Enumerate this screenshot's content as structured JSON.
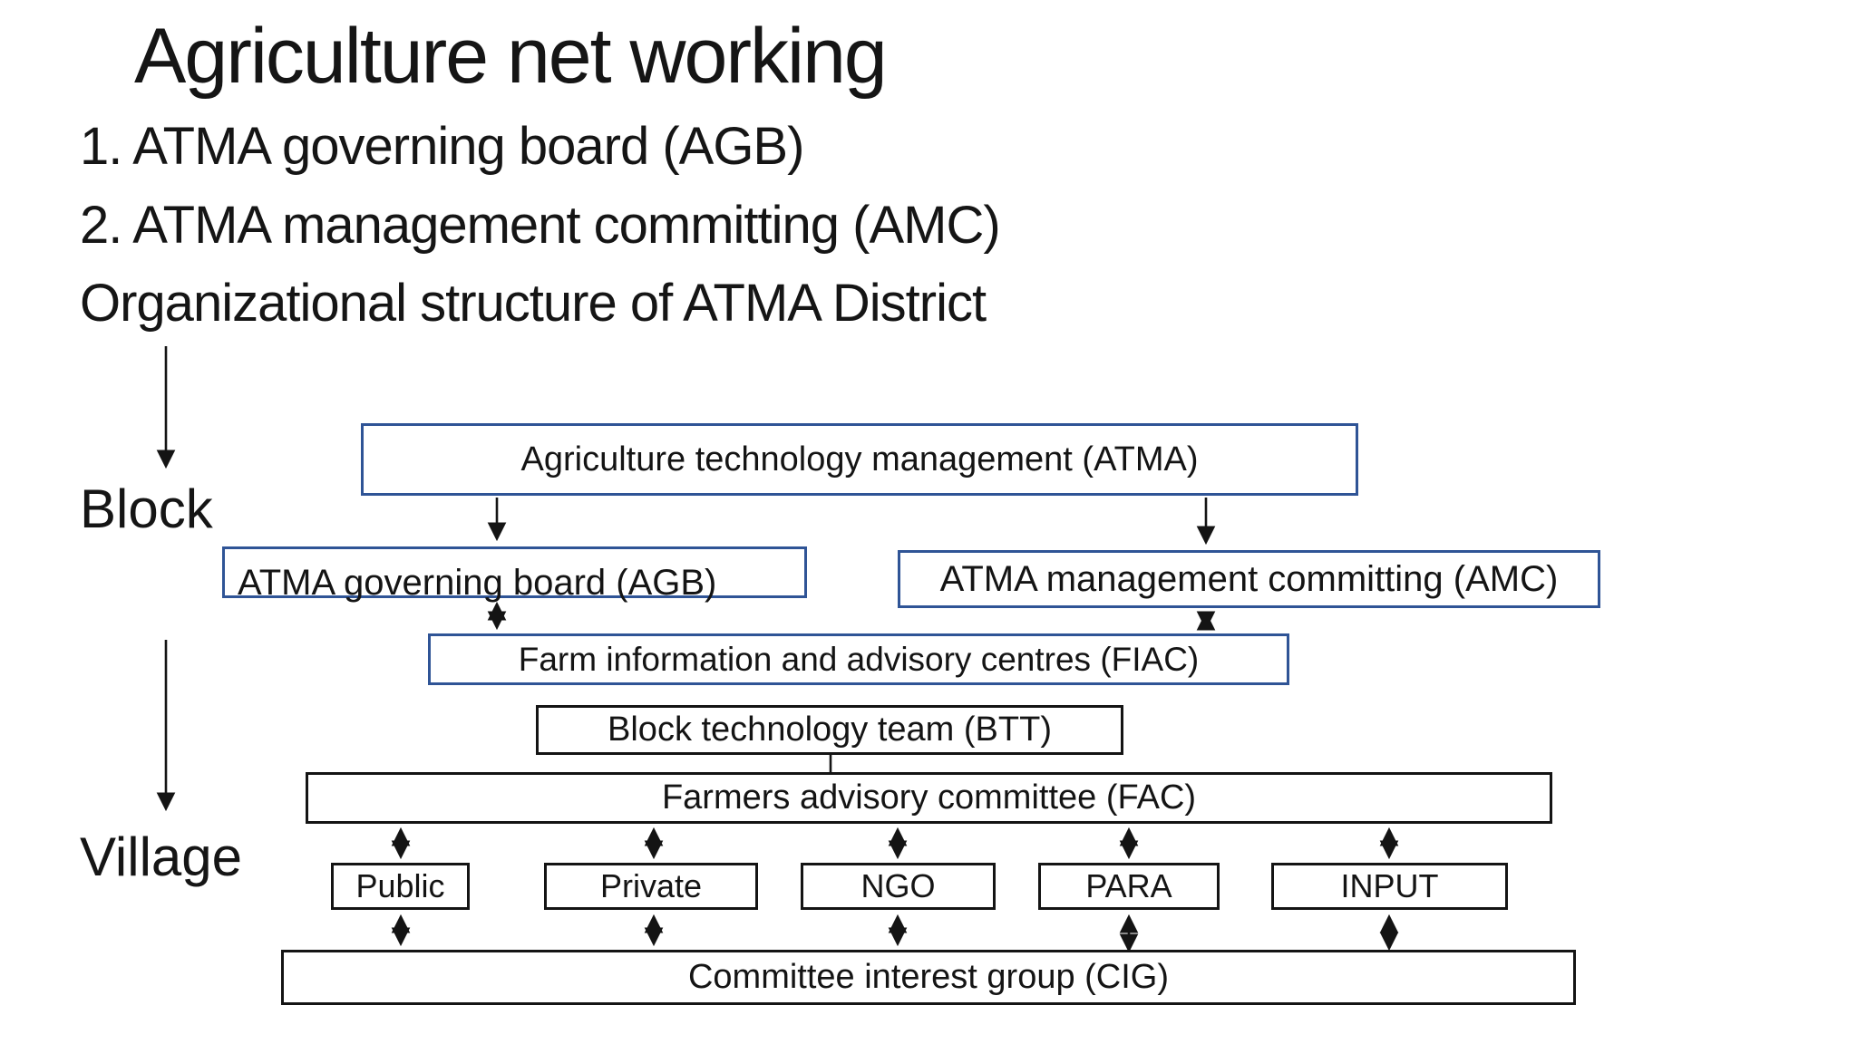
{
  "title": "Agriculture net working",
  "list_items": [
    "1. ATMA governing board (AGB)",
    "2. ATMA management committing (AMC)",
    "Organizational structure of ATMA District"
  ],
  "level_labels": {
    "block": "Block",
    "village": "Village"
  },
  "diagram": {
    "nodes": [
      {
        "id": "atma",
        "label": "Agriculture technology management (ATMA)",
        "style": "blue"
      },
      {
        "id": "agb",
        "label": "ATMA governing board (AGB)",
        "style": "blue"
      },
      {
        "id": "amc",
        "label": "ATMA management committing (AMC)",
        "style": "blue"
      },
      {
        "id": "fiac",
        "label": "Farm information and advisory centres (FIAC)",
        "style": "blue"
      },
      {
        "id": "btt",
        "label": "Block technology team (BTT)",
        "style": "black"
      },
      {
        "id": "fac",
        "label": "Farmers advisory committee (FAC)",
        "style": "black"
      },
      {
        "id": "public",
        "label": "Public",
        "style": "black"
      },
      {
        "id": "private",
        "label": "Private",
        "style": "black"
      },
      {
        "id": "ngo",
        "label": "NGO",
        "style": "black"
      },
      {
        "id": "para",
        "label": "PARA",
        "style": "black"
      },
      {
        "id": "input",
        "label": "INPUT",
        "style": "black"
      },
      {
        "id": "cig",
        "label": "Committee interest group (CIG)",
        "style": "black"
      }
    ],
    "edges": [
      {
        "from": "organizational-structure",
        "to": "block",
        "type": "arrow"
      },
      {
        "from": "block",
        "to": "village",
        "type": "arrow"
      },
      {
        "from": "atma",
        "to": "agb",
        "type": "arrow"
      },
      {
        "from": "atma",
        "to": "amc",
        "type": "arrow"
      },
      {
        "from": "agb",
        "to": "fiac",
        "type": "double-arrow"
      },
      {
        "from": "amc",
        "to": "fiac",
        "type": "double-arrow"
      },
      {
        "from": "btt",
        "to": "fac",
        "type": "line"
      },
      {
        "from": "fac",
        "to": "public",
        "type": "double-arrow"
      },
      {
        "from": "fac",
        "to": "private",
        "type": "double-arrow"
      },
      {
        "from": "fac",
        "to": "ngo",
        "type": "double-arrow"
      },
      {
        "from": "fac",
        "to": "para",
        "type": "double-arrow"
      },
      {
        "from": "fac",
        "to": "input",
        "type": "double-arrow"
      },
      {
        "from": "public",
        "to": "cig",
        "type": "double-arrow"
      },
      {
        "from": "private",
        "to": "cig",
        "type": "double-arrow"
      },
      {
        "from": "ngo",
        "to": "cig",
        "type": "double-arrow"
      },
      {
        "from": "para",
        "to": "cig",
        "type": "double-arrow"
      },
      {
        "from": "input",
        "to": "cig",
        "type": "double-arrow"
      }
    ],
    "colors": {
      "blue_border": "#2f5496",
      "dark_border": "#141414",
      "text": "#141414",
      "background": "#ffffff"
    }
  }
}
